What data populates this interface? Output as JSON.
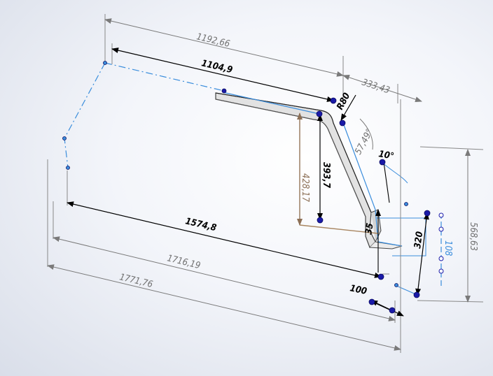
{
  "colors": {
    "driving_dimension": "#000000",
    "driven_dimension": "#808080",
    "sketch_line": "#3a8ddc",
    "sketch_point": "#1a1aa8",
    "reference_line": "#a88560",
    "tube_body": "#e2e2e2",
    "tube_edge": "#444444"
  },
  "dimensions": {
    "d_1192_66": "1192,66",
    "d_1104_9": "1104,9",
    "d_333_43": "333,43",
    "d_r80": "R80",
    "d_57_49": "57,49°",
    "d_10deg": "10°",
    "d_393_7": "393,7",
    "d_428_17": "428,17",
    "d_568_63": "568,63",
    "d_1574_8": "1574,8",
    "d_1716_19": "1716,19",
    "d_1771_76": "1771,76",
    "d_35": "35",
    "d_320": "320",
    "d_108": "108",
    "d_100": "100"
  }
}
